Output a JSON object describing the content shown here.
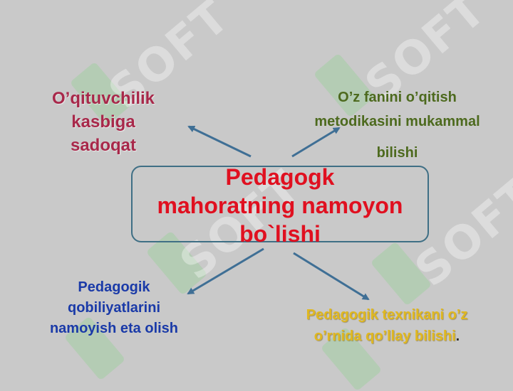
{
  "center_title": [
    "Pedagogk",
    "mahoratning namoyon",
    "bo`lishi"
  ],
  "nodes": {
    "top_left": [
      "O’qituvchilik",
      "kasbiga",
      "sadoqat"
    ],
    "top_right": [
      "O’z fanini o’qitish",
      "metodikasini mukammal"
    ],
    "top_right_extra": "bilishi",
    "bottom_left": [
      "Pedagogik",
      "qobiliyatlarini",
      "namoyish eta olish"
    ],
    "bottom_right": [
      "Pedagogik texnikani o’z",
      "o’rnida qo’llay bilishi"
    ],
    "bottom_right_dot": "."
  },
  "watermark_text": "SOFT",
  "colors": {
    "background": "#c9c9c9",
    "center_title": "#e01020",
    "top_left": "#a8284a",
    "top_right": "#4d6a1e",
    "bottom_left": "#1a3aa8",
    "bottom_right": "#e0b820",
    "arrow": "#3f6f95"
  }
}
